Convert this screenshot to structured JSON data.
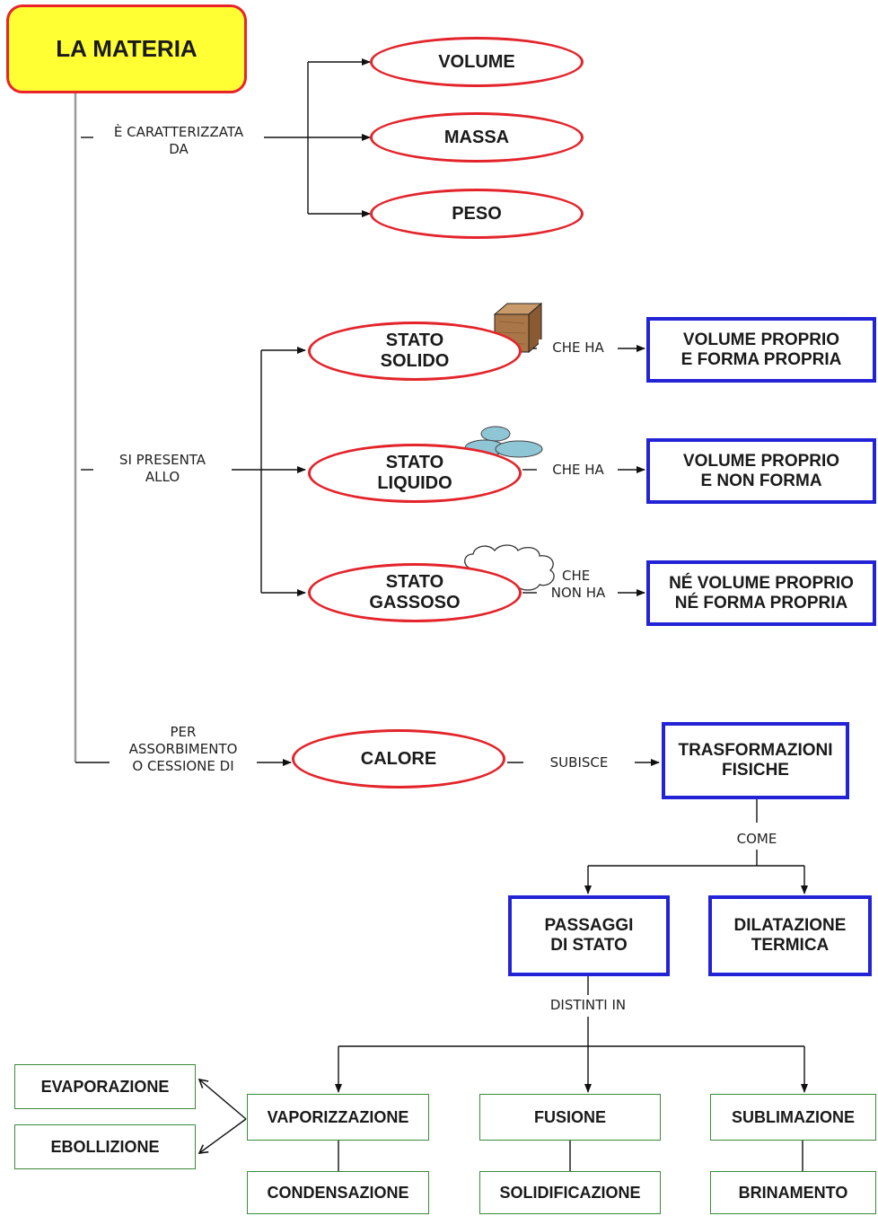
{
  "title": "LA MATERIA",
  "properties": {
    "link": [
      "È CARATTERIZZATA",
      "DA"
    ],
    "items": [
      "VOLUME",
      "MASSA",
      "PESO"
    ]
  },
  "states": {
    "link": [
      "SI PRESENTA",
      "ALLO"
    ],
    "items": [
      {
        "name": [
          "STATO",
          "SOLIDO"
        ],
        "link": [
          "CHE HA"
        ],
        "result": [
          "VOLUME PROPRIO",
          "E FORMA PROPRIA"
        ]
      },
      {
        "name": [
          "STATO",
          "LIQUIDO"
        ],
        "link": [
          "CHE HA"
        ],
        "result": [
          "VOLUME PROPRIO",
          "E NON FORMA"
        ]
      },
      {
        "name": [
          "STATO",
          "GASSOSO"
        ],
        "link": [
          "CHE",
          "NON HA"
        ],
        "result": [
          "NÉ VOLUME PROPRIO",
          "NÉ  FORMA PROPRIA"
        ]
      }
    ]
  },
  "heat": {
    "link": [
      "PER",
      "ASSORBIMENTO",
      "O CESSIONE DI"
    ],
    "name": "CALORE",
    "verb": "SUBISCE",
    "result": [
      "TRASFORMAZIONI",
      "FISICHE"
    ]
  },
  "transformations": {
    "link": "COME",
    "items": [
      [
        "PASSAGGI",
        "DI STATO"
      ],
      [
        "DILATAZIONE",
        "TERMICA"
      ]
    ]
  },
  "phase_changes": {
    "link": "DISTINTI IN",
    "items": [
      {
        "top": "VAPORIZZAZIONE",
        "bottom": "CONDENSAZIONE"
      },
      {
        "top": "FUSIONE",
        "bottom": "SOLIDIFICAZIONE"
      },
      {
        "top": "SUBLIMAZIONE",
        "bottom": "BRINAMENTO"
      }
    ],
    "vaporization_types": [
      "EVAPORAZIONE",
      "EBOLLIZIONE"
    ]
  }
}
